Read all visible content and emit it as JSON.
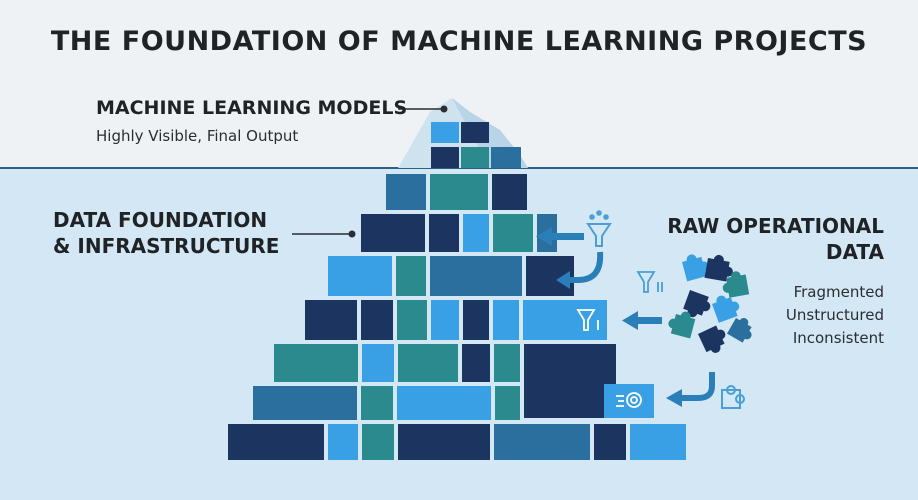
{
  "title": "THE FOUNDATION OF MACHINE LEARNING PROJECTS",
  "models": {
    "title": "MACHINE LEARNING MODELS",
    "subtitle": "Highly Visible, Final Output"
  },
  "foundation": {
    "line1": "DATA FOUNDATION",
    "line2": "& INFRASTRUCTURE"
  },
  "raw": {
    "line1": "RAW OPERATIONAL",
    "line2": "DATA",
    "traits": [
      "Fragmented",
      "Unstructured",
      "Inconsistent"
    ]
  },
  "colors": {
    "navy": "#1b3560",
    "teal": "#2a8a8e",
    "blue": "#3aa0e6",
    "steel": "#2b6f9e",
    "water": "#d2e7f4",
    "sky": "#eef2f5"
  }
}
